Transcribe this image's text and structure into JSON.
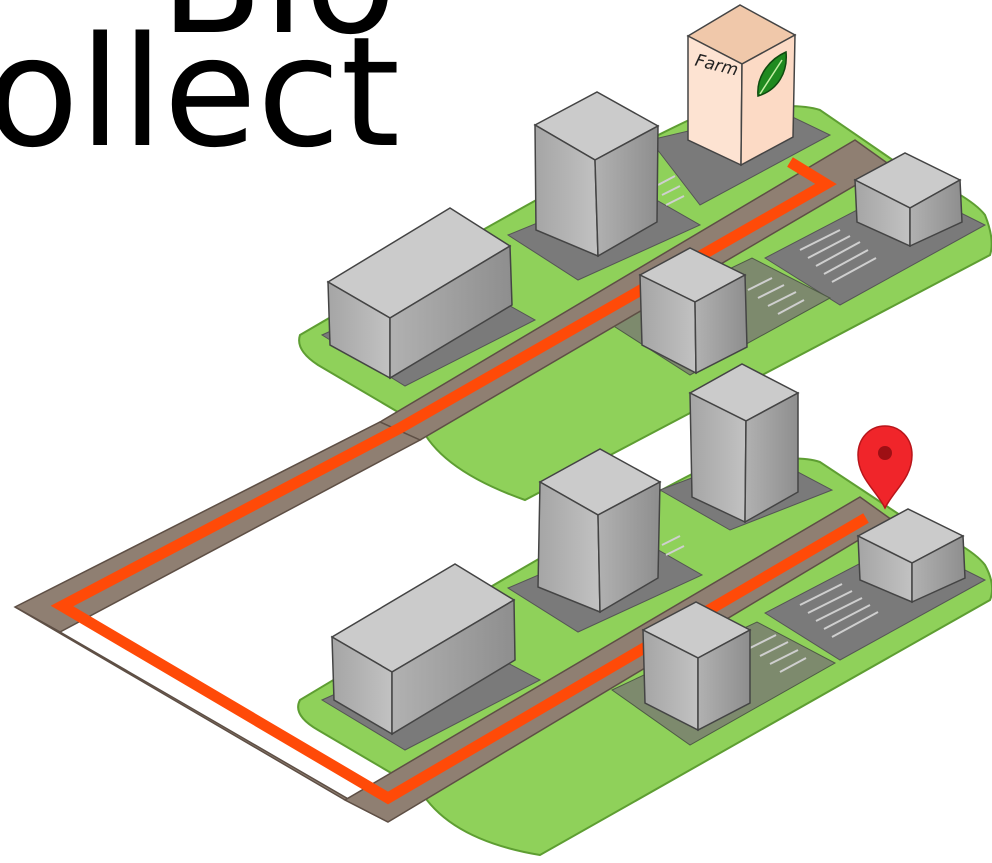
{
  "title": {
    "line1": "Bio",
    "line2": "ollect"
  },
  "farm": {
    "label": "Farm",
    "icon": "leaf-icon"
  },
  "colors": {
    "grass": "#8fd15a",
    "grass_stroke": "#5e9e32",
    "lot": "#7a7a7a",
    "lot_shade": "#7d8a6d",
    "road": "#8f7f72",
    "route": "#ff4a08",
    "building_top": "#cbcbcb",
    "building_left": "#b6b6b6",
    "building_right": "#9e9e9e",
    "farm_box": "#fde3d2",
    "marker": "#f0252a"
  },
  "marker": {
    "icon": "map-pin-icon"
  }
}
